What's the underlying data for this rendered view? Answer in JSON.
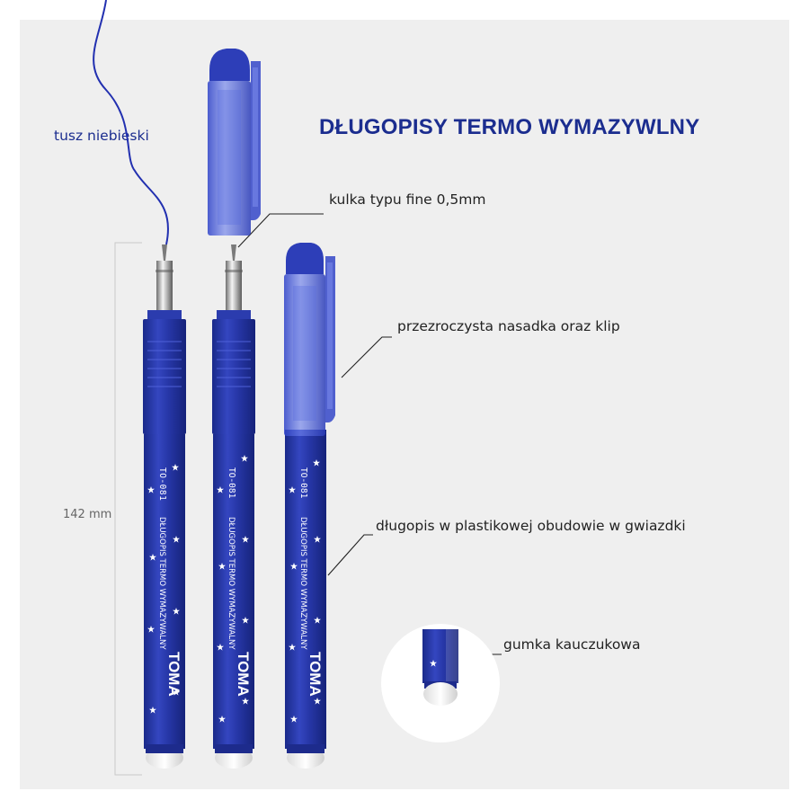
{
  "title": "DŁUGOPISY TERMO WYMAZYWLNY",
  "annotations": {
    "ink": "tusz niebieski",
    "ball": "kulka typu fine 0,5mm",
    "cap": "przezroczysta nasadka oraz klip",
    "body": "długopis w plastikowej obudowie w gwiazdki",
    "eraser": "gumka kauczukowa",
    "length": "142 mm"
  },
  "pen_print": {
    "model": "TO-081",
    "text": "DŁUGOPIS TERMO WYMAZYWALNY",
    "brand": "TOMA"
  },
  "colors": {
    "brand_blue": "#1b2d8f",
    "pen_blue": "#2a3aa8",
    "background": "#efefef"
  }
}
